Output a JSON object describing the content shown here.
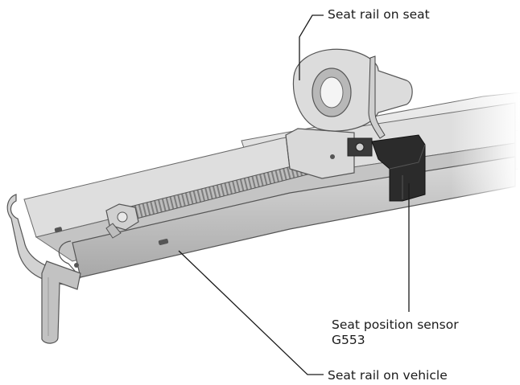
{
  "labels": {
    "seat_rail_on_seat": "Seat rail on seat",
    "seat_position_sensor_line1": "Seat position sensor",
    "seat_position_sensor_line2": "G553",
    "seat_rail_on_vehicle": "Seat rail on vehicle"
  },
  "colors": {
    "background": "#ffffff",
    "metal_light": "#e4e4e4",
    "metal_mid": "#c8c8c8",
    "metal_dark": "#9a9a9a",
    "outline": "#555555",
    "sensor": "#2b2b2b",
    "leader_line": "#1a1a1a"
  }
}
